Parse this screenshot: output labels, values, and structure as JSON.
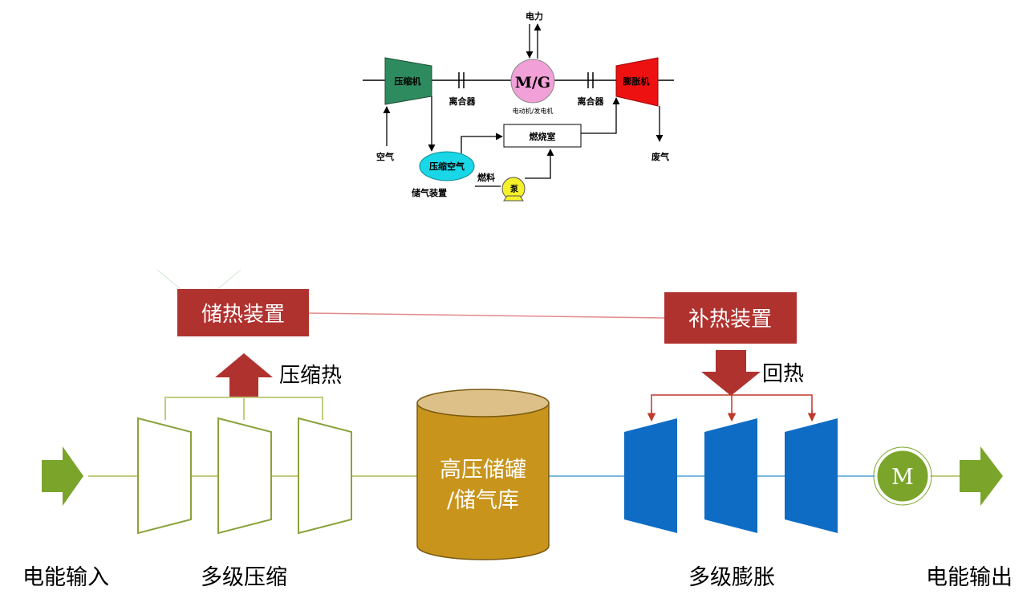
{
  "top_diagram": {
    "compressor": "压缩机",
    "expander": "膨胀机",
    "mg": "M/G",
    "mg_caption": "电动机/发电机",
    "power": "电力",
    "clutch_left": "离合器",
    "clutch_right": "离合器",
    "air": "空气",
    "exhaust": "废气",
    "combustor": "燃烧室",
    "storage_bubble": "压缩空气",
    "storage_caption": "储气装置",
    "fuel": "燃料",
    "pump": "泵"
  },
  "bottom_diagram": {
    "heat_storage": "储热装置",
    "heat_supplement": "补热装置",
    "compression_heat": "压缩热",
    "reheat": "回热",
    "tank_line1": "高压储罐",
    "tank_line2": "/储气库",
    "motor": "M",
    "power_in": "电能输入",
    "multi_compression": "多级压缩",
    "multi_expansion": "多级膨胀",
    "power_out": "电能输出"
  },
  "colors": {
    "compressor": "#2e8b5f",
    "expander": "#ee1111",
    "mg": "#f2a0d8",
    "storage_bubble": "#19d7e6",
    "pump": "#f4f02a",
    "box_red": "#b0322f",
    "blue_turbine": "#0f6cc4",
    "tank": "#c8941c",
    "green_arrow": "#7aa52a",
    "line_olive": "#c0cc7e"
  }
}
